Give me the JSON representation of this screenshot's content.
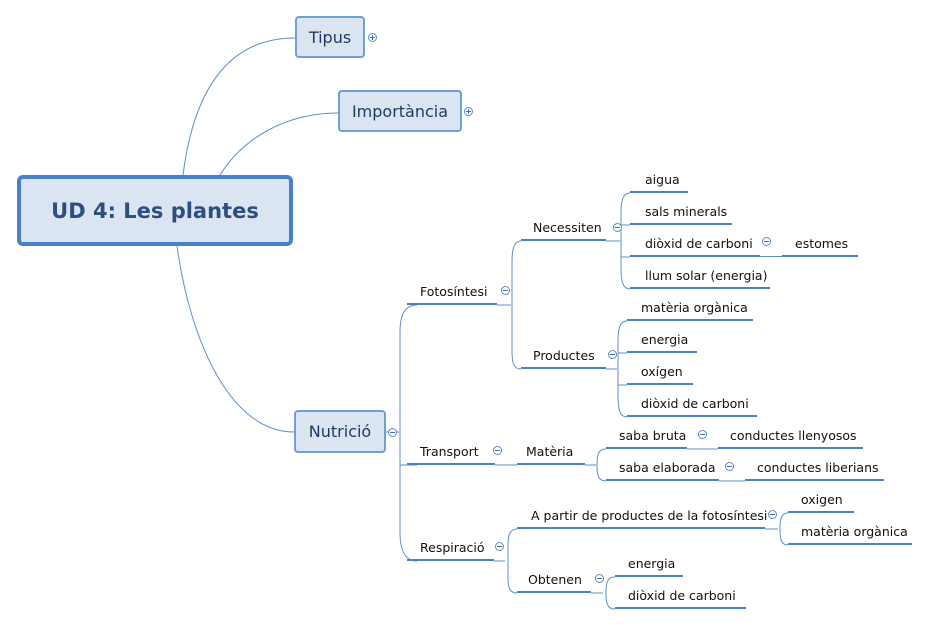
{
  "central": "UD 4: Les plantes",
  "main_topics": {
    "tipus": "Tipus",
    "importancia": "Importància",
    "nutricio": "Nutrició"
  },
  "fotosintesi": {
    "label": "Fotosíntesi",
    "necessiten": {
      "label": "Necessiten",
      "items": [
        "aigua",
        "sals minerals",
        "diòxid de carboni",
        "llum solar (energia)"
      ],
      "estomes": "estomes"
    },
    "productes": {
      "label": "Productes",
      "items": [
        "matèria orgànica",
        "energia",
        "oxígen",
        "diòxid de carboni"
      ]
    }
  },
  "transport": {
    "label": "Transport",
    "materia": "Matèria",
    "saba_bruta": "saba bruta",
    "conductes_llenyosos": "conductes llenyosos",
    "saba_elaborada": "saba elaborada",
    "conductes_liberians": "conductes liberians"
  },
  "respiracio": {
    "label": "Respiració",
    "a_partir": "A partir de productes de la fotosíntesi",
    "a_partir_items": [
      "oxigen",
      "matèria orgànica"
    ],
    "obtenen": "Obtenen",
    "obtenen_items": [
      "energia",
      "diòxid de carboni"
    ]
  },
  "colors": {
    "line": "#4a80c9",
    "box_fill": "#dbe5f1",
    "box_border": "#6f9fd4",
    "text_central": "#2d4f80"
  }
}
